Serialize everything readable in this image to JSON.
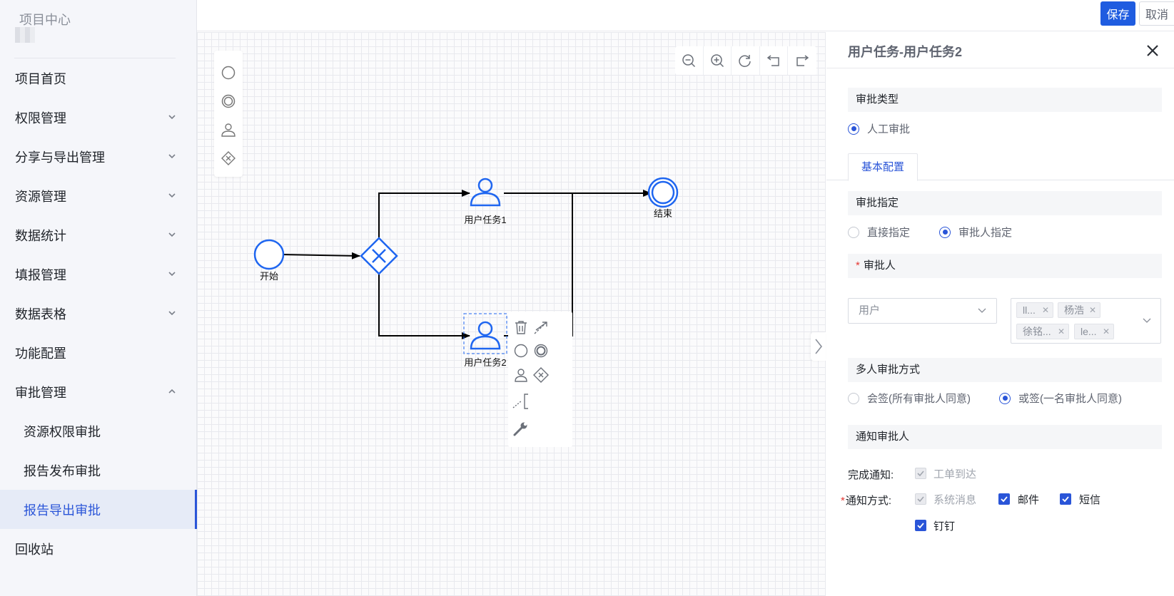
{
  "brand": {
    "title": "项目中心"
  },
  "sidebar": {
    "items": [
      {
        "label": "项目首页"
      },
      {
        "label": "权限管理"
      },
      {
        "label": "分享与导出管理"
      },
      {
        "label": "资源管理"
      },
      {
        "label": "数据统计"
      },
      {
        "label": "填报管理"
      },
      {
        "label": "数据表格"
      },
      {
        "label": "功能配置"
      },
      {
        "label": "审批管理"
      },
      {
        "label": "资源权限审批"
      },
      {
        "label": "报告发布审批"
      },
      {
        "label": "报告导出审批"
      },
      {
        "label": "回收站"
      }
    ]
  },
  "toolbar": {
    "save_label": "保存",
    "cancel_label": "取消"
  },
  "diagram": {
    "start_label": "开始",
    "task1_label": "用户任务1",
    "task2_label": "用户任务2",
    "end_label": "结束"
  },
  "panel": {
    "title": "用户任务-用户任务2",
    "approval_type": {
      "header": "审批类型",
      "option": "人工审批",
      "selected": true
    },
    "tab": "基本配置",
    "assign": {
      "header": "审批指定",
      "options": [
        "直接指定",
        "审批人指定"
      ],
      "selected": "审批人指定"
    },
    "approver": {
      "header": "审批人",
      "select_value": "用户",
      "chips": [
        "ll...",
        "杨浩",
        "徐铭...",
        "le..."
      ]
    },
    "multi": {
      "header": "多人审批方式",
      "options": [
        "会签(所有审批人同意)",
        "或签(一名审批人同意)"
      ],
      "selected": "或签(一名审批人同意)"
    },
    "notify": {
      "header": "通知审批人",
      "complete_label": "完成通知:",
      "complete_option": "工单到达",
      "method_label": "通知方式:",
      "methods": [
        {
          "label": "系统消息",
          "checked": true,
          "disabled": true
        },
        {
          "label": "邮件",
          "checked": true,
          "disabled": false
        },
        {
          "label": "短信",
          "checked": true,
          "disabled": false
        },
        {
          "label": "钉钉",
          "checked": true,
          "disabled": false
        }
      ]
    }
  },
  "colors": {
    "accent": "#2a55d8",
    "bpmn_blue": "#1f66f0",
    "save_button": "#1f5ce0"
  }
}
